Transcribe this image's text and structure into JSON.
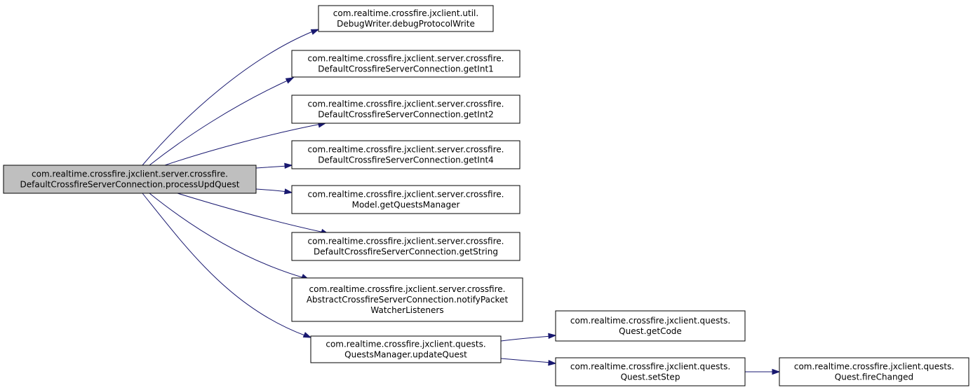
{
  "diagram": {
    "type": "call-graph",
    "edge_color": "#191970",
    "root_fill": "#bfbfbf",
    "nodes": [
      {
        "id": "root",
        "lines": [
          "com.realtime.crossfire.jxclient.server.crossfire.",
          "DefaultCrossfireServerConnection.processUpdQuest"
        ],
        "highlighted": true
      },
      {
        "id": "debug",
        "lines": [
          "com.realtime.crossfire.jxclient.util.",
          "DebugWriter.debugProtocolWrite"
        ]
      },
      {
        "id": "getint1",
        "lines": [
          "com.realtime.crossfire.jxclient.server.crossfire.",
          "DefaultCrossfireServerConnection.getInt1"
        ]
      },
      {
        "id": "getint2",
        "lines": [
          "com.realtime.crossfire.jxclient.server.crossfire.",
          "DefaultCrossfireServerConnection.getInt2"
        ]
      },
      {
        "id": "getint4",
        "lines": [
          "com.realtime.crossfire.jxclient.server.crossfire.",
          "DefaultCrossfireServerConnection.getInt4"
        ]
      },
      {
        "id": "getquests",
        "lines": [
          "com.realtime.crossfire.jxclient.server.crossfire.",
          "Model.getQuestsManager"
        ]
      },
      {
        "id": "getstring",
        "lines": [
          "com.realtime.crossfire.jxclient.server.crossfire.",
          "DefaultCrossfireServerConnection.getString"
        ]
      },
      {
        "id": "notify",
        "lines": [
          "com.realtime.crossfire.jxclient.server.crossfire.",
          "AbstractCrossfireServerConnection.notifyPacket",
          "WatcherListeners"
        ]
      },
      {
        "id": "update",
        "lines": [
          "com.realtime.crossfire.jxclient.quests.",
          "QuestsManager.updateQuest"
        ]
      },
      {
        "id": "getcode",
        "lines": [
          "com.realtime.crossfire.jxclient.quests.",
          "Quest.getCode"
        ]
      },
      {
        "id": "setstep",
        "lines": [
          "com.realtime.crossfire.jxclient.quests.",
          "Quest.setStep"
        ]
      },
      {
        "id": "firechanged",
        "lines": [
          "com.realtime.crossfire.jxclient.quests.",
          "Quest.fireChanged"
        ]
      }
    ],
    "edges": [
      {
        "from": "root",
        "to": "debug"
      },
      {
        "from": "root",
        "to": "getint1"
      },
      {
        "from": "root",
        "to": "getint2"
      },
      {
        "from": "root",
        "to": "getint4"
      },
      {
        "from": "root",
        "to": "getquests"
      },
      {
        "from": "root",
        "to": "getstring"
      },
      {
        "from": "root",
        "to": "notify"
      },
      {
        "from": "root",
        "to": "update"
      },
      {
        "from": "update",
        "to": "getcode"
      },
      {
        "from": "update",
        "to": "setstep"
      },
      {
        "from": "setstep",
        "to": "firechanged"
      }
    ]
  }
}
